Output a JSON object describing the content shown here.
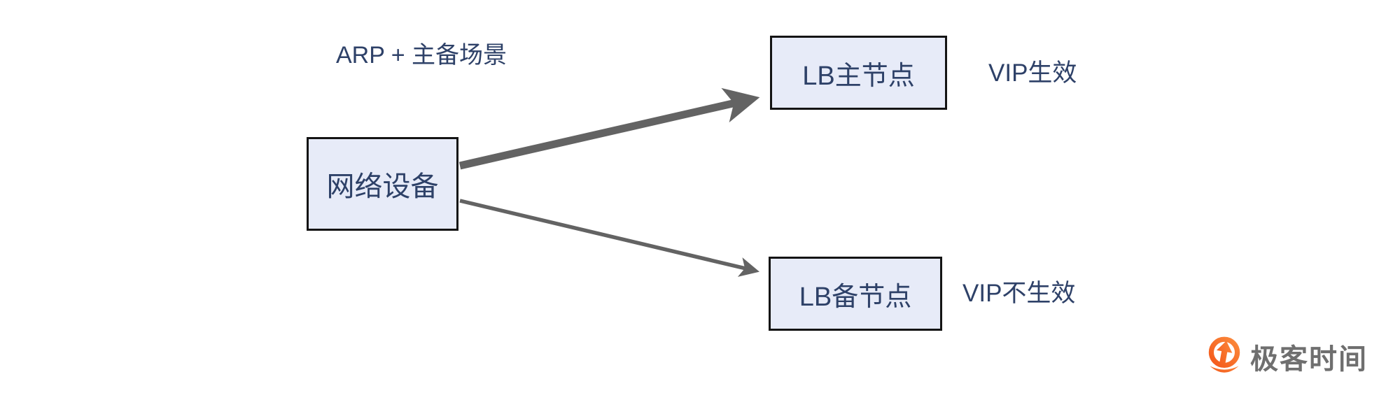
{
  "title": "ARP + 主备场景",
  "nodes": {
    "source": {
      "label": "网络设备"
    },
    "master": {
      "label": "LB主节点",
      "status": "VIP生效"
    },
    "backup": {
      "label": "LB备节点",
      "status": "VIP不生效"
    }
  },
  "edges": [
    {
      "from": "source",
      "to": "master",
      "style": "thick"
    },
    {
      "from": "source",
      "to": "backup",
      "style": "thin"
    }
  ],
  "logo": {
    "text": "极客时间"
  },
  "colors": {
    "node_fill": "#e7ebf8",
    "node_border": "#141414",
    "text_navy": "#2e4168",
    "arrow_gray": "#636363",
    "logo_orange_light": "#fb8a3c",
    "logo_orange_deep": "#f4581a",
    "logo_text_gray": "#6f6f6f",
    "background": "#ffffff"
  }
}
